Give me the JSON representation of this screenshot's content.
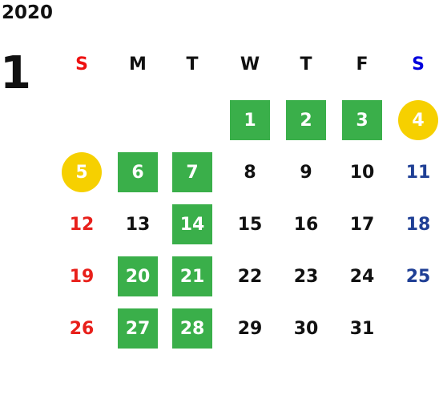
{
  "calendar": {
    "year": "2020",
    "month": "1",
    "colors": {
      "sunday": "#e8201b",
      "saturday": "#1f3f95",
      "weekday": "#111111",
      "highlight_green": "#3aaf4a",
      "holiday_yellow": "#f6d000",
      "header_sunday": "#ee1111",
      "header_saturday": "#0000dd"
    },
    "weekdays": [
      {
        "label": "S",
        "kind": "sun"
      },
      {
        "label": "M",
        "kind": "wk"
      },
      {
        "label": "T",
        "kind": "wk"
      },
      {
        "label": "W",
        "kind": "wk"
      },
      {
        "label": "T",
        "kind": "wk"
      },
      {
        "label": "F",
        "kind": "wk"
      },
      {
        "label": "S",
        "kind": "sat"
      }
    ],
    "weeks": [
      [
        null,
        null,
        null,
        {
          "day": "1",
          "style": "green"
        },
        {
          "day": "2",
          "style": "green"
        },
        {
          "day": "3",
          "style": "green"
        },
        {
          "day": "4",
          "style": "holiday"
        }
      ],
      [
        {
          "day": "5",
          "style": "holiday"
        },
        {
          "day": "6",
          "style": "green"
        },
        {
          "day": "7",
          "style": "green"
        },
        {
          "day": "8",
          "style": "plain"
        },
        {
          "day": "9",
          "style": "plain"
        },
        {
          "day": "10",
          "style": "plain"
        },
        {
          "day": "11",
          "style": "plain"
        }
      ],
      [
        {
          "day": "12",
          "style": "plain"
        },
        {
          "day": "13",
          "style": "plain"
        },
        {
          "day": "14",
          "style": "green"
        },
        {
          "day": "15",
          "style": "plain"
        },
        {
          "day": "16",
          "style": "plain"
        },
        {
          "day": "17",
          "style": "plain"
        },
        {
          "day": "18",
          "style": "plain"
        }
      ],
      [
        {
          "day": "19",
          "style": "plain"
        },
        {
          "day": "20",
          "style": "green"
        },
        {
          "day": "21",
          "style": "green"
        },
        {
          "day": "22",
          "style": "plain"
        },
        {
          "day": "23",
          "style": "plain"
        },
        {
          "day": "24",
          "style": "plain"
        },
        {
          "day": "25",
          "style": "plain"
        }
      ],
      [
        {
          "day": "26",
          "style": "plain"
        },
        {
          "day": "27",
          "style": "green"
        },
        {
          "day": "28",
          "style": "green"
        },
        {
          "day": "29",
          "style": "plain"
        },
        {
          "day": "30",
          "style": "plain"
        },
        {
          "day": "31",
          "style": "plain"
        },
        null
      ]
    ]
  }
}
